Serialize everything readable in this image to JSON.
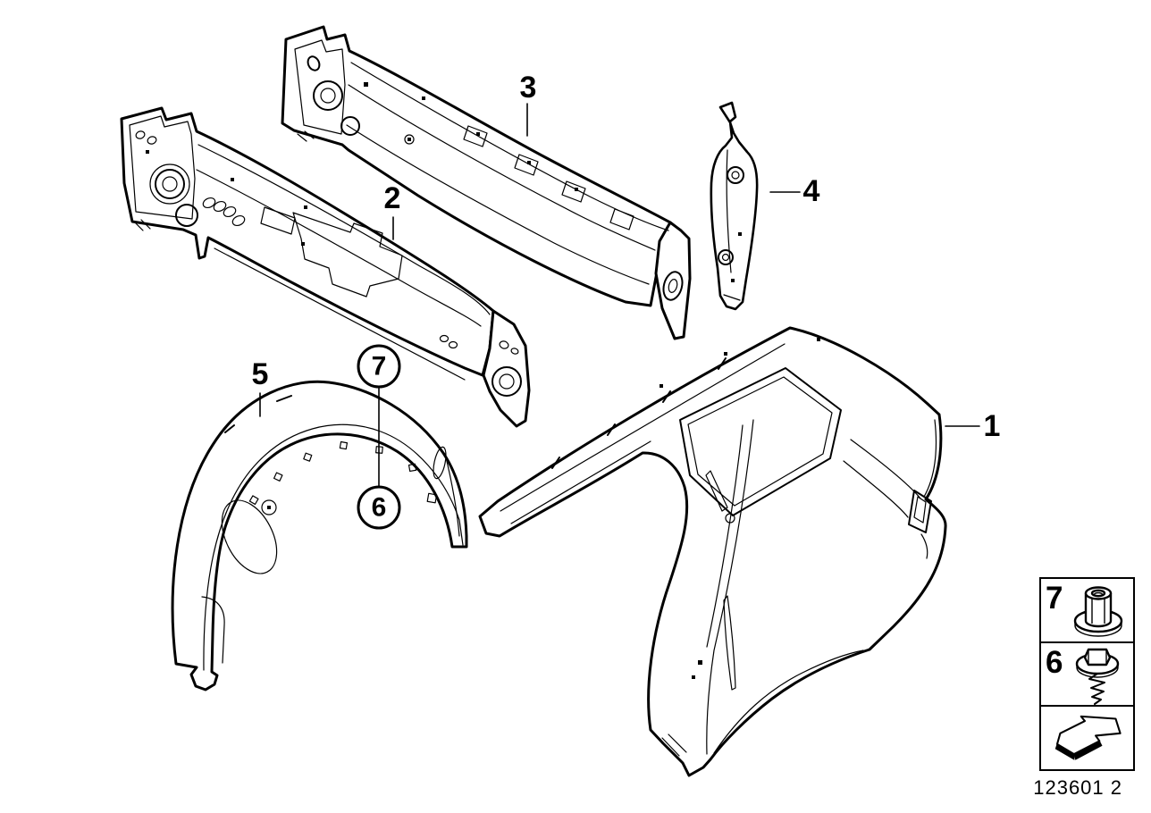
{
  "colors": {
    "line": "#000000",
    "background": "#ffffff"
  },
  "callouts": {
    "c1": {
      "label": "1",
      "style": "plain"
    },
    "c2": {
      "label": "2",
      "style": "plain"
    },
    "c3": {
      "label": "3",
      "style": "plain"
    },
    "c4": {
      "label": "4",
      "style": "plain"
    },
    "c5": {
      "label": "5",
      "style": "plain"
    },
    "c6": {
      "label": "6",
      "style": "circled"
    },
    "c7": {
      "label": "7",
      "style": "circled"
    }
  },
  "legend": {
    "rows": [
      {
        "ref": "7",
        "icon": "flange-nut-icon"
      },
      {
        "ref": "6",
        "icon": "hex-screw-washer-icon"
      },
      {
        "icon": "direction-arrow-icon"
      }
    ]
  },
  "footer": {
    "diagram_number": "123601 2"
  }
}
